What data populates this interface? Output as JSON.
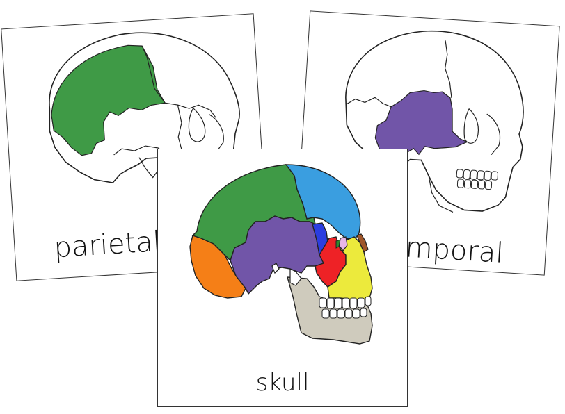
{
  "cards": {
    "left": {
      "label": "parietal",
      "bone_color": "#3f9a46"
    },
    "right": {
      "label": "temporal",
      "bone_color": "#7155a8"
    },
    "center": {
      "label": "skull",
      "colors": {
        "parietal": "#3f9a46",
        "frontal": "#3a9ee0",
        "temporal": "#7155a8",
        "occipital": "#f57f17",
        "sphenoid": "#2b3de0",
        "zygomatic": "#ee2226",
        "maxilla": "#ecea3c",
        "nasal": "#a0562a",
        "lacrimal": "#e8b6e8",
        "ethmoid": "#2d8a2d",
        "mandible": "#cfcbbd"
      }
    }
  }
}
